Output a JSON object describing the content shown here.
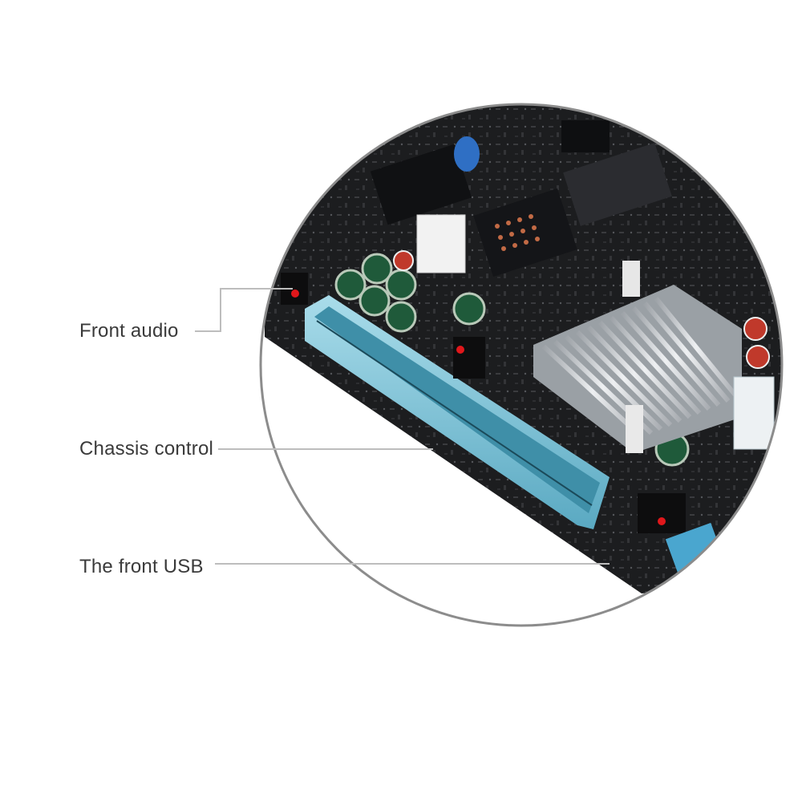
{
  "callouts": {
    "front_audio": "Front audio",
    "chassis_control": "Chassis control",
    "front_usb": "The front USB"
  },
  "colors": {
    "pcb": "#1c1d1f",
    "pcie_slot": "#7cc3d9",
    "heatsink": "#c9ccd0",
    "capacitor": "#1f5a3a",
    "pin_marker": "#e0171b",
    "ring": "#8c8c8c",
    "leader_line": "#bdbdbd"
  }
}
